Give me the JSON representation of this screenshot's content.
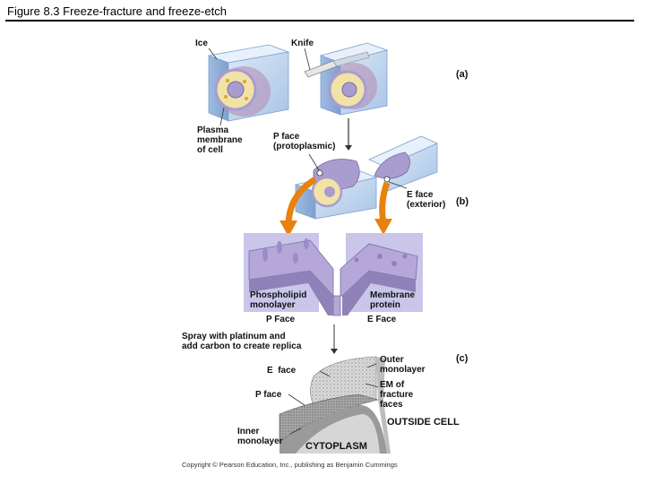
{
  "figure": {
    "title": "Figure 8.3  Freeze-fracture and freeze-etch",
    "credit": "Copyright © Pearson Education, Inc., publishing as Benjamin Cummings",
    "panels": {
      "a": "(a)",
      "b": "(b)",
      "c": "(c)"
    },
    "labels": {
      "ice": "Ice",
      "knife": "Knife",
      "plasma_membrane": "Plasma\nmembrane\nof cell",
      "p_face_protoplasmic": "P face\n(protoplasmic)",
      "e_face_exterior": "E face\n(exterior)",
      "phospholipid_monolayer": "Phospholipid\nmonolayer",
      "membrane_protein": "Membrane\nprotein",
      "p_face_mid": "P Face",
      "e_face_mid": "E Face",
      "spray": "Spray with platinum and\nadd carbon to create replica",
      "e_face_c": "E  face",
      "p_face_c": "P face",
      "outer_monolayer": "Outer\nmonolayer",
      "em_fracture": "EM of\nfracture\nfaces",
      "outside_cell": "OUTSIDE CELL",
      "inner_monolayer": "Inner\nmonolayer",
      "cytoplasm": "CYTOPLASM"
    },
    "colors": {
      "ice": "#c6d9f0",
      "membrane": "#a99ccf",
      "cell": "#f1e3a6",
      "arrow": "#e8820c",
      "background_panel": "#c9c6ea"
    }
  }
}
